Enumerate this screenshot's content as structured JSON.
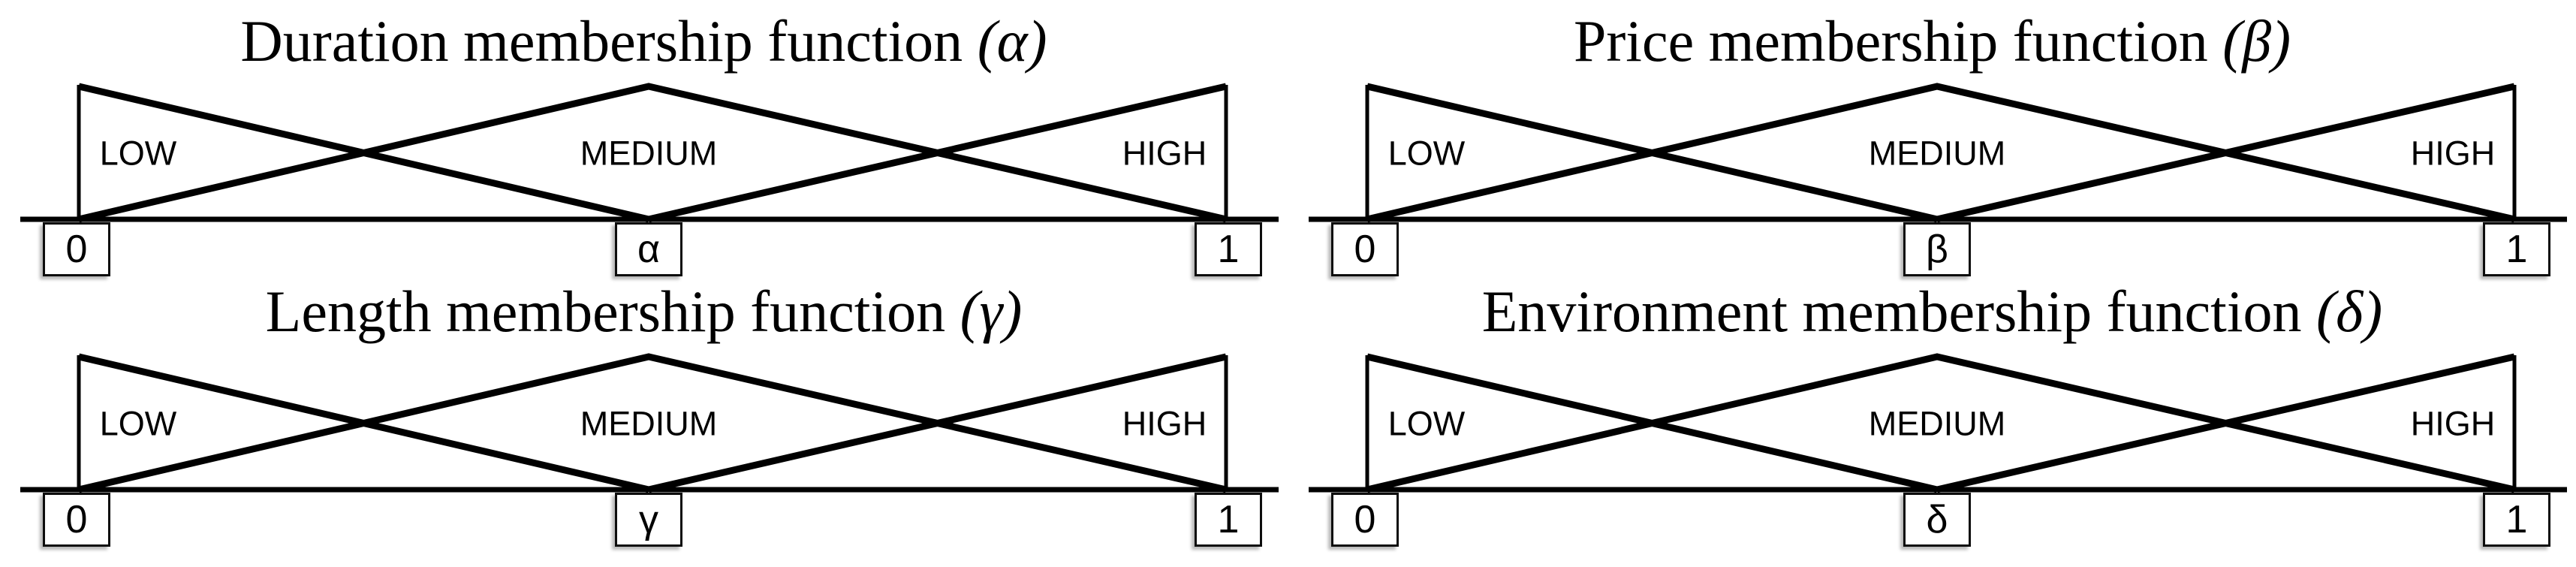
{
  "figure": {
    "background": "#ffffff",
    "line_color": "#000000",
    "text_color": "#000000",
    "panels": [
      {
        "title": "Duration membership function",
        "symbol": "α",
        "symbol_parenthesized": "(α)",
        "sets": [
          "LOW",
          "MEDIUM",
          "HIGH"
        ],
        "ticks": [
          "0",
          "α",
          "1"
        ]
      },
      {
        "title": "Price membership function",
        "symbol": "β",
        "symbol_parenthesized": "(β)",
        "sets": [
          "LOW",
          "MEDIUM",
          "HIGH"
        ],
        "ticks": [
          "0",
          "β",
          "1"
        ]
      },
      {
        "title": "Length membership function",
        "symbol": "γ",
        "symbol_parenthesized": "(γ)",
        "sets": [
          "LOW",
          "MEDIUM",
          "HIGH"
        ],
        "ticks": [
          "0",
          "γ",
          "1"
        ]
      },
      {
        "title": "Environment membership function",
        "symbol": "δ",
        "symbol_parenthesized": "(δ)",
        "sets": [
          "LOW",
          "MEDIUM",
          "HIGH"
        ],
        "ticks": [
          "0",
          "δ",
          "1"
        ]
      }
    ]
  },
  "chart_data": [
    {
      "type": "line",
      "title": "Duration membership function (α)",
      "xlabel": "",
      "ylabel": "",
      "ylim": [
        0,
        1
      ],
      "x_tick_labels": [
        "0",
        "α",
        "1"
      ],
      "grid": false,
      "legend_position": "none",
      "series": [
        {
          "name": "LOW",
          "points": [
            [
              0,
              1
            ],
            [
              0.5,
              0
            ]
          ]
        },
        {
          "name": "MEDIUM",
          "points": [
            [
              0,
              0
            ],
            [
              0.5,
              1
            ],
            [
              1,
              0
            ]
          ]
        },
        {
          "name": "HIGH",
          "points": [
            [
              0.5,
              0
            ],
            [
              1,
              1
            ]
          ]
        }
      ]
    },
    {
      "type": "line",
      "title": "Price membership function (β)",
      "xlabel": "",
      "ylabel": "",
      "ylim": [
        0,
        1
      ],
      "x_tick_labels": [
        "0",
        "β",
        "1"
      ],
      "grid": false,
      "legend_position": "none",
      "series": [
        {
          "name": "LOW",
          "points": [
            [
              0,
              1
            ],
            [
              0.5,
              0
            ]
          ]
        },
        {
          "name": "MEDIUM",
          "points": [
            [
              0,
              0
            ],
            [
              0.5,
              1
            ],
            [
              1,
              0
            ]
          ]
        },
        {
          "name": "HIGH",
          "points": [
            [
              0.5,
              0
            ],
            [
              1,
              1
            ]
          ]
        }
      ]
    },
    {
      "type": "line",
      "title": "Length membership function (γ)",
      "xlabel": "",
      "ylabel": "",
      "ylim": [
        0,
        1
      ],
      "x_tick_labels": [
        "0",
        "γ",
        "1"
      ],
      "grid": false,
      "legend_position": "none",
      "series": [
        {
          "name": "LOW",
          "points": [
            [
              0,
              1
            ],
            [
              0.5,
              0
            ]
          ]
        },
        {
          "name": "MEDIUM",
          "points": [
            [
              0,
              0
            ],
            [
              0.5,
              1
            ],
            [
              1,
              0
            ]
          ]
        },
        {
          "name": "HIGH",
          "points": [
            [
              0.5,
              0
            ],
            [
              1,
              1
            ]
          ]
        }
      ]
    },
    {
      "type": "line",
      "title": "Environment membership function (δ)",
      "xlabel": "",
      "ylabel": "",
      "ylim": [
        0,
        1
      ],
      "x_tick_labels": [
        "0",
        "δ",
        "1"
      ],
      "grid": false,
      "legend_position": "none",
      "series": [
        {
          "name": "LOW",
          "points": [
            [
              0,
              1
            ],
            [
              0.5,
              0
            ]
          ]
        },
        {
          "name": "MEDIUM",
          "points": [
            [
              0,
              0
            ],
            [
              0.5,
              1
            ],
            [
              1,
              0
            ]
          ]
        },
        {
          "name": "HIGH",
          "points": [
            [
              0.5,
              0
            ],
            [
              1,
              1
            ]
          ]
        }
      ]
    }
  ]
}
